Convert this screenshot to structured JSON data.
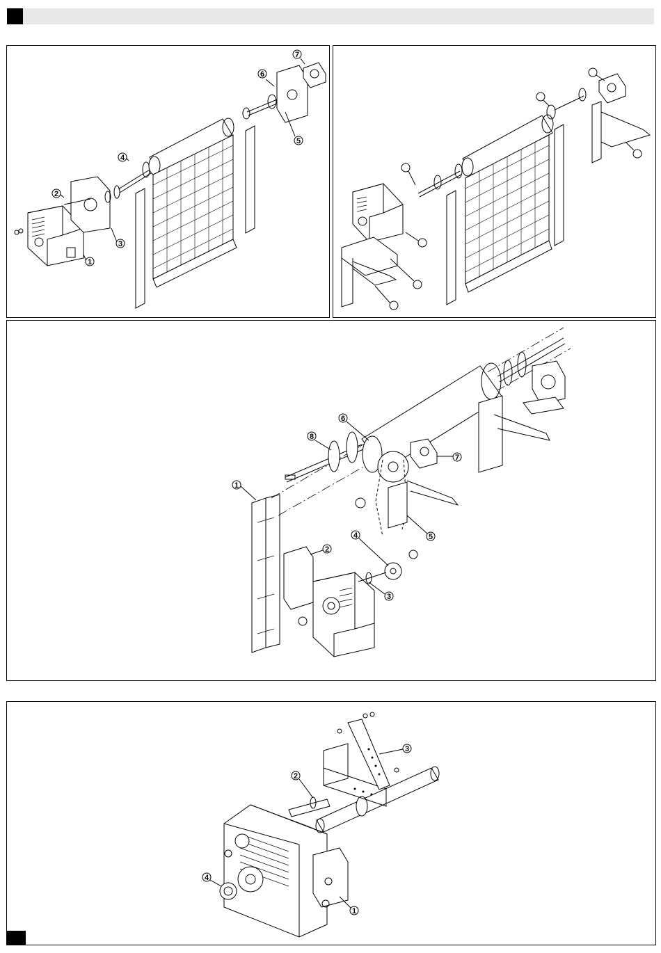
{
  "figures": [
    {
      "id": "fig1",
      "callouts": [
        "1",
        "2",
        "3",
        "4",
        "5",
        "6",
        "7"
      ]
    },
    {
      "id": "fig2",
      "callouts": [
        "",
        "",
        "",
        "",
        "",
        "",
        ""
      ]
    },
    {
      "id": "fig3",
      "callouts": [
        "1",
        "2",
        "3",
        "4",
        "5",
        "6",
        "7",
        "8"
      ]
    },
    {
      "id": "fig4",
      "callouts": [
        "1",
        "2",
        "3",
        "4"
      ]
    }
  ]
}
